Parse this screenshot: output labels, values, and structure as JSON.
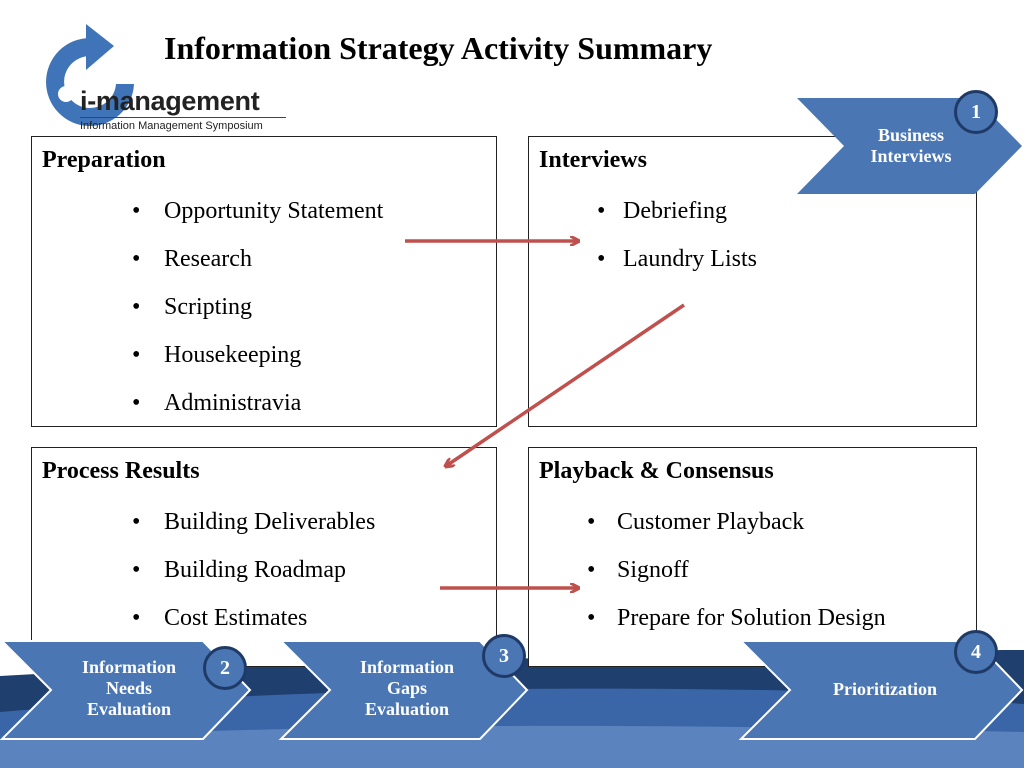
{
  "slide": {
    "title": "Information Strategy Activity Summary"
  },
  "logo": {
    "wordmark": "i-management",
    "subtitle": "Information Management Symposium"
  },
  "colors": {
    "chevron": "#4a76b4",
    "badge_border": "#1f3a66",
    "arrow": "#c0504d",
    "wave_dark": "#1f3f6e",
    "wave_mid": "#3a66a8"
  },
  "panels": {
    "preparation": {
      "heading": "Preparation",
      "items": [
        "Opportunity Statement",
        "Research",
        "Scripting",
        "Housekeeping",
        "Administravia"
      ]
    },
    "interviews": {
      "heading": "Interviews",
      "items": [
        "Debriefing",
        "Laundry Lists"
      ]
    },
    "process_results": {
      "heading": "Process Results",
      "items": [
        "Building Deliverables",
        "Building Roadmap",
        "Cost Estimates"
      ]
    },
    "playback": {
      "heading": "Playback & Consensus",
      "items": [
        "Customer Playback",
        "Signoff",
        "Prepare for Solution Design"
      ]
    }
  },
  "steps": [
    {
      "number": "1",
      "label_line1": "Business",
      "label_line2": "Interviews"
    },
    {
      "number": "2",
      "label_line1": "Information",
      "label_line2": "Needs",
      "label_line3": "Evaluation"
    },
    {
      "number": "3",
      "label_line1": "Information",
      "label_line2": "Gaps",
      "label_line3": "Evaluation"
    },
    {
      "number": "4",
      "label_line1": "Prioritization"
    }
  ]
}
